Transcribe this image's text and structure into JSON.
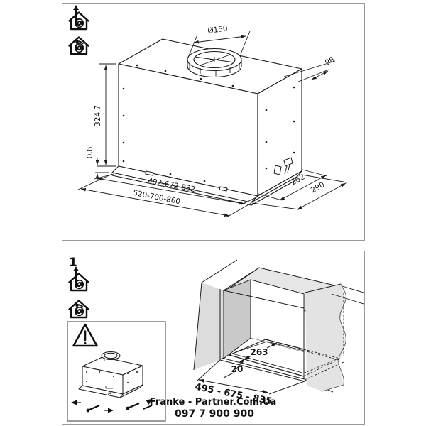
{
  "colors": {
    "panel_border": "#999999",
    "line": "#1a1a1a",
    "gray_light": "#e6e6e6",
    "gray_mid": "#c9c9c9",
    "gray_sheet": "#e3e3e3"
  },
  "top_panel": {
    "icons": {
      "exhaust": "house-fan-exhaust-icon",
      "recirculation": "house-fan-recirculation-icon"
    },
    "dims": {
      "duct_diameter": "Ø150",
      "rear_offset": "98",
      "body_height": "324,7",
      "panel_gap": "0,6",
      "body_width": "492-672-832",
      "overall_width": "520-700-860",
      "body_depth": "262",
      "overall_depth": "290"
    }
  },
  "bottom_panel": {
    "step_number": "1",
    "dims": {
      "cutout_depth": "263",
      "front_offset": "20",
      "cutout_width": "495 - 675 - 835"
    },
    "screw_label": "A",
    "watermark_line1": "Franke - Partner.Com.Ua",
    "watermark_line2": "097 7 900 900"
  }
}
